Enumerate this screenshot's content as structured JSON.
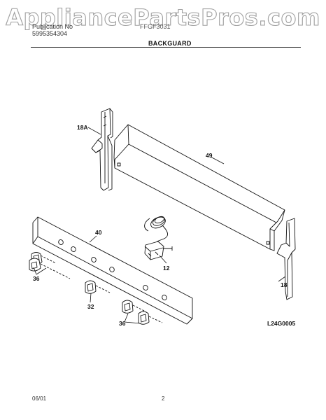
{
  "watermark": "AppliancePartsPros.com",
  "header": {
    "line1": "Publication No",
    "line2": "5995354304",
    "model": "FFGF3031",
    "section_title": "BACKGUARD"
  },
  "diagram": {
    "figure_code": "L24G0005",
    "callouts": {
      "p18a": "18A",
      "p49": "49",
      "p40": "40",
      "p12": "12",
      "p18": "18",
      "p36a": "36",
      "p32": "32",
      "p36b": "36"
    }
  },
  "footer": {
    "date": "06/01",
    "page": "2"
  }
}
